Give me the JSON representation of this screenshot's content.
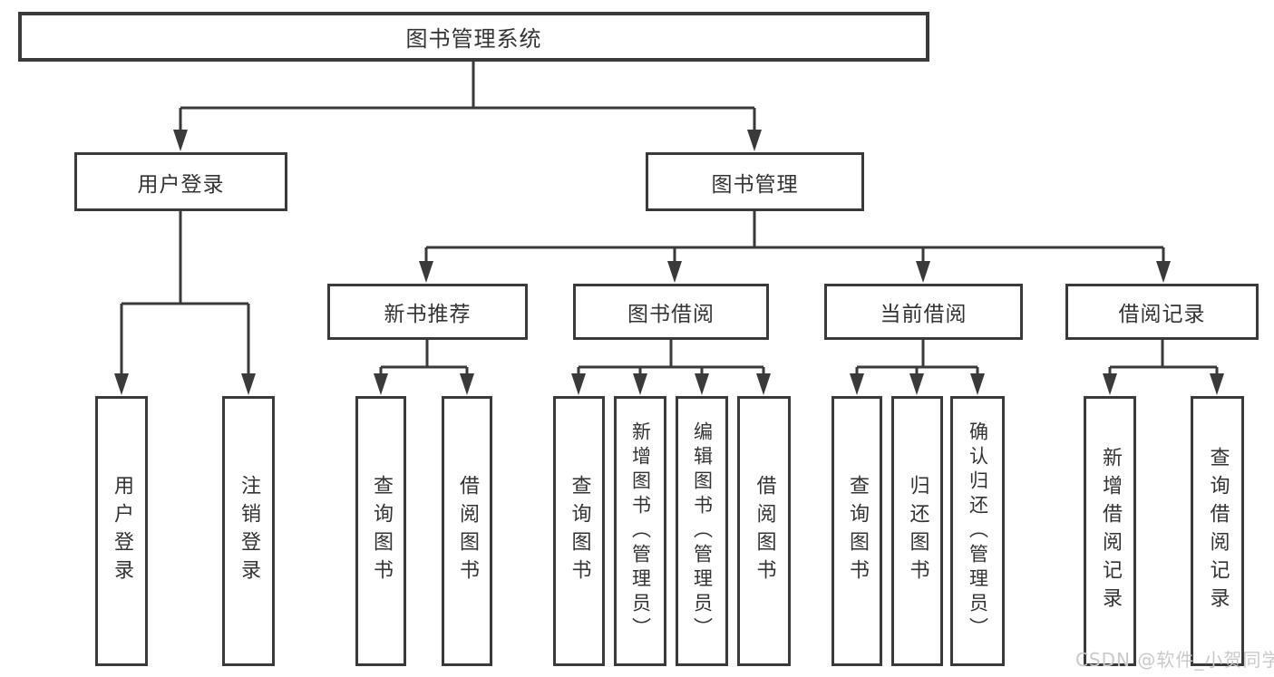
{
  "diagram_type": "hierarchy-tree",
  "colors": {
    "line": "#3a3a3a",
    "box_border": "#3a3a3a",
    "text": "#333333",
    "background": "#ffffff",
    "watermark": "#c9c9c9"
  },
  "tree": {
    "root": {
      "label": "图书管理系统",
      "children": [
        {
          "label": "用户登录",
          "children": [
            {
              "label": "用户登录"
            },
            {
              "label": "注销登录"
            }
          ]
        },
        {
          "label": "图书管理",
          "children": [
            {
              "label": "新书推荐",
              "children": [
                {
                  "label": "查询图书"
                },
                {
                  "label": "借阅图书"
                }
              ]
            },
            {
              "label": "图书借阅",
              "children": [
                {
                  "label": "查询图书"
                },
                {
                  "label": "新增图书（管理员）"
                },
                {
                  "label": "编辑图书（管理员）"
                },
                {
                  "label": "借阅图书"
                }
              ]
            },
            {
              "label": "当前借阅",
              "children": [
                {
                  "label": "查询图书"
                },
                {
                  "label": "归还图书"
                },
                {
                  "label": "确认归还（管理员）"
                }
              ]
            },
            {
              "label": "借阅记录",
              "children": [
                {
                  "label": "新增借阅记录"
                },
                {
                  "label": "查询借阅记录"
                }
              ]
            }
          ]
        }
      ]
    }
  },
  "watermark": {
    "text": "CSDN @软件_小贺同学"
  }
}
